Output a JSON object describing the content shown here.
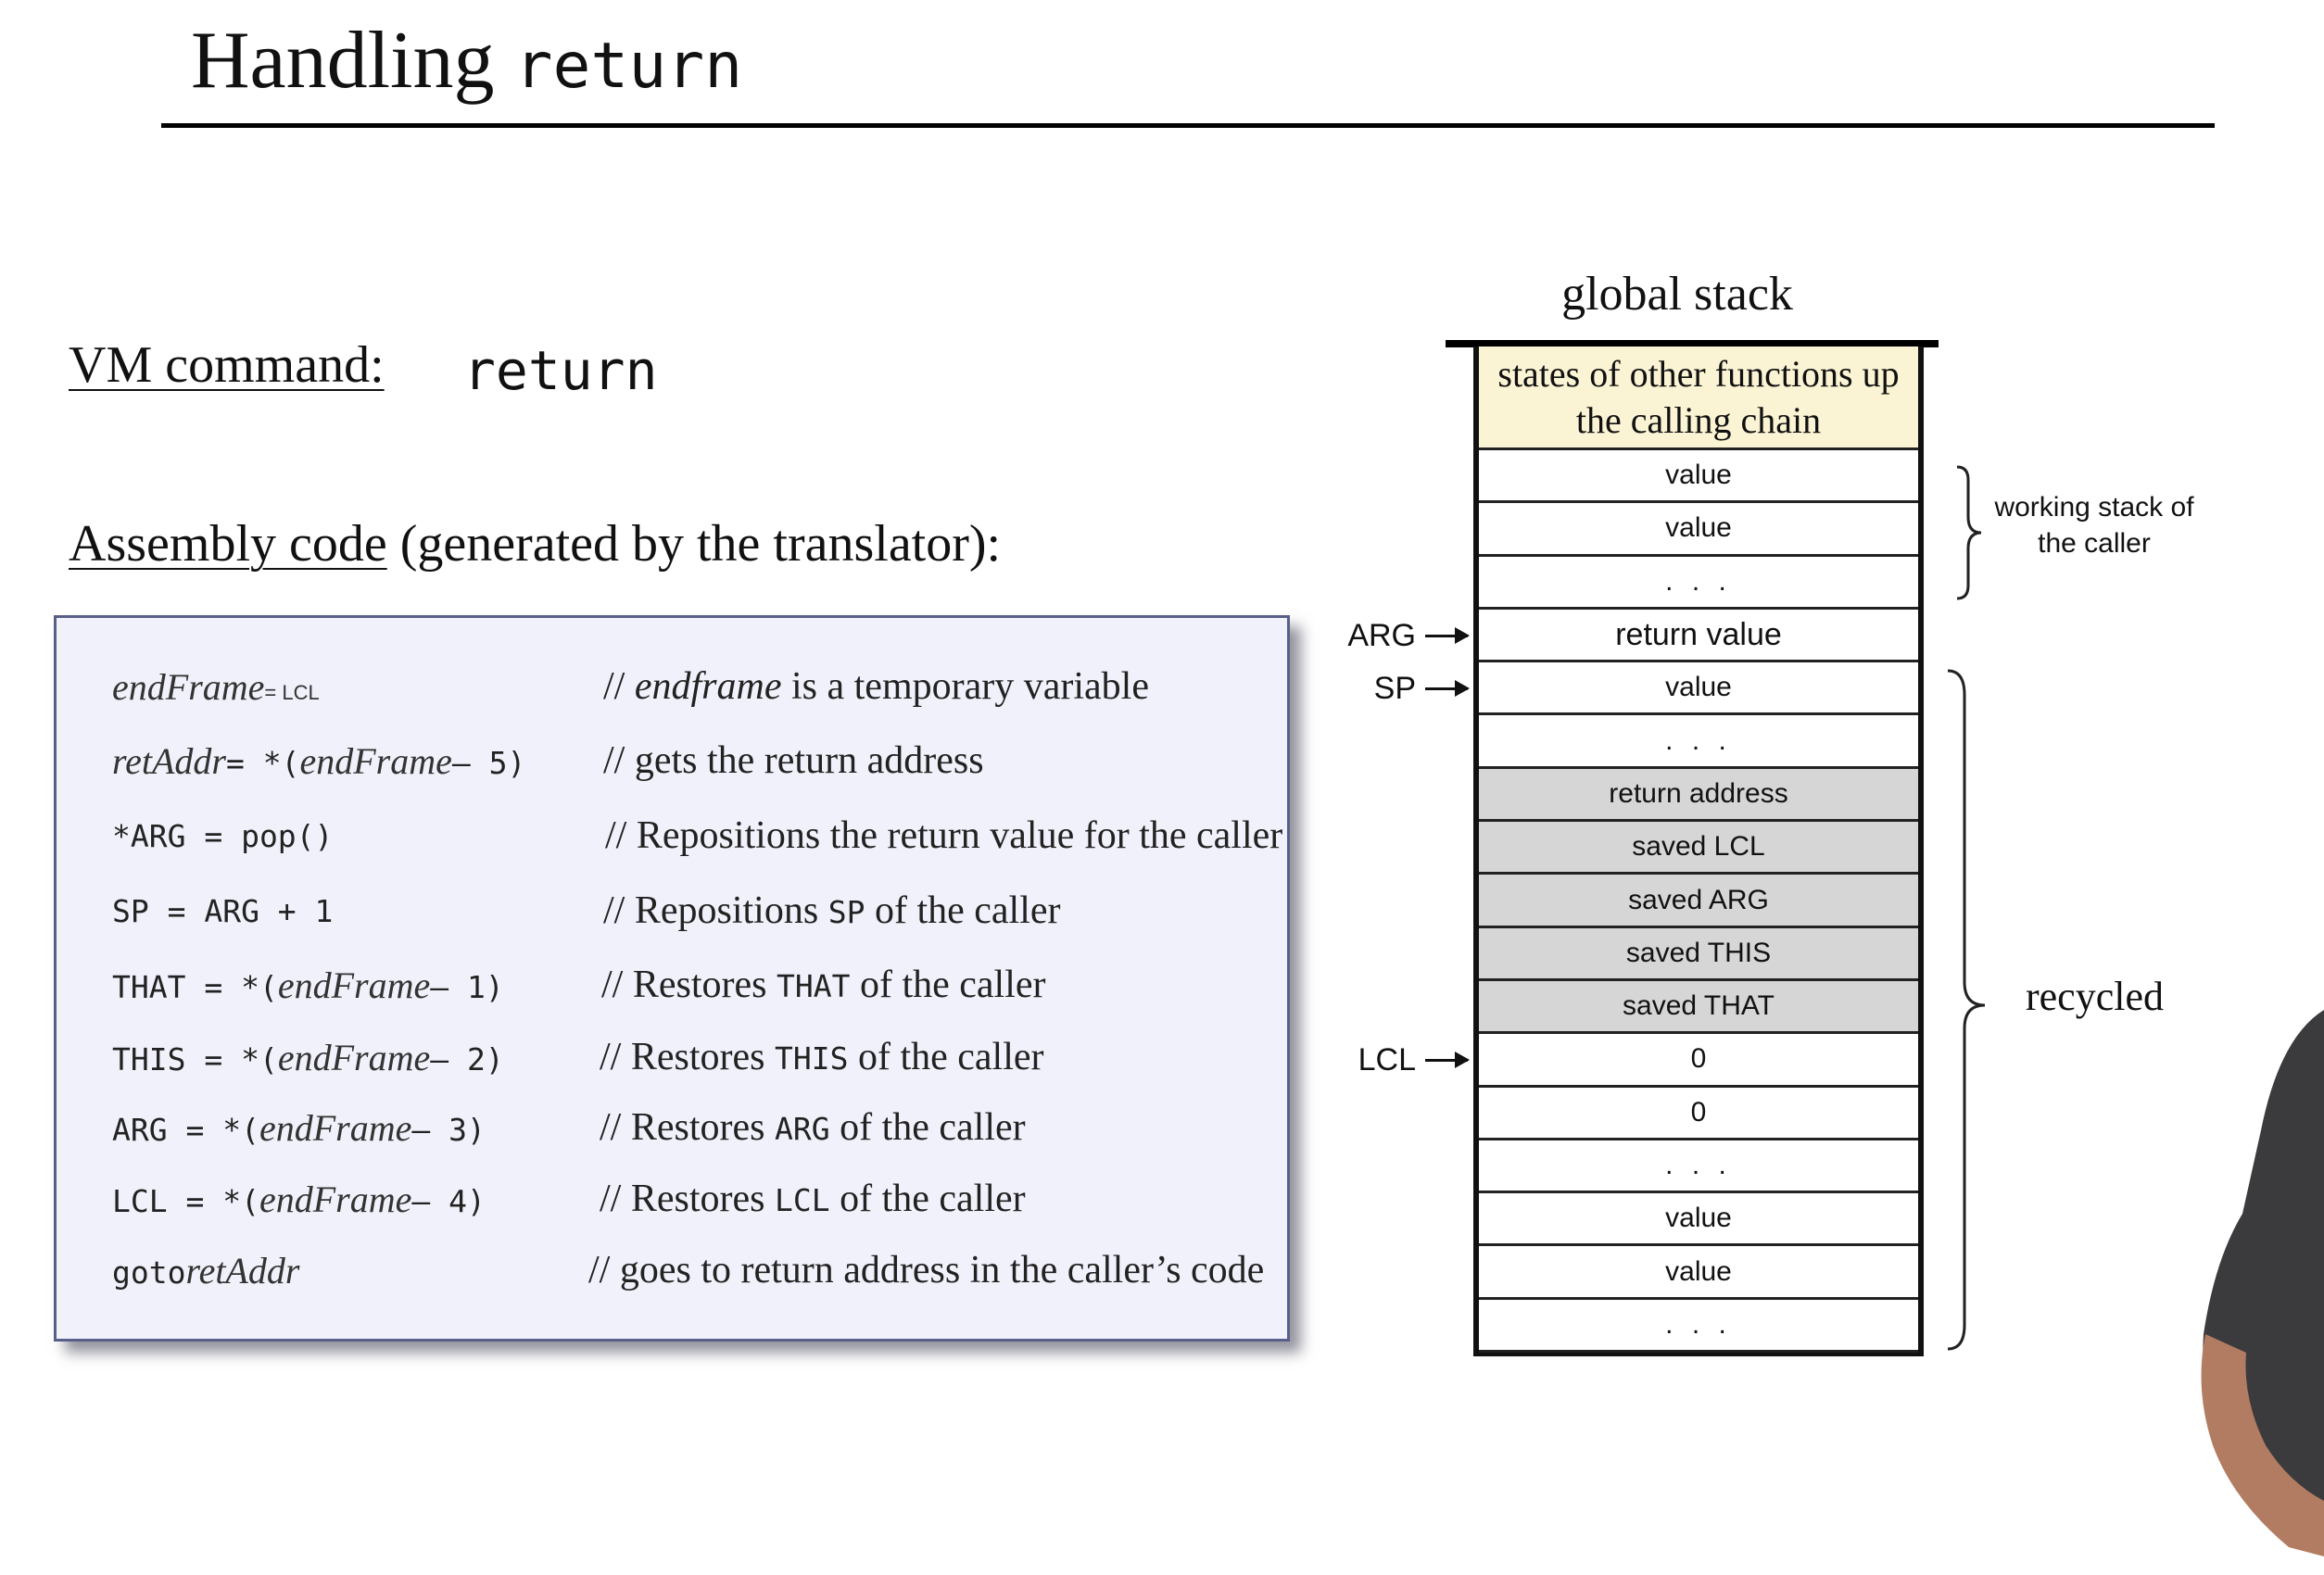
{
  "title": {
    "main": "Handling",
    "keyword": "return"
  },
  "vm_command": {
    "label": "VM command:",
    "value": "return"
  },
  "assembly_heading": {
    "underlined": "Assembly code",
    "rest": " (generated by the translator):"
  },
  "code_lines": [
    {
      "parts": [
        {
          "t": "endFrame",
          "s": "it"
        },
        {
          "t": " = LCL",
          "s": "small"
        }
      ],
      "comment": [
        {
          "t": "// ",
          "s": ""
        },
        {
          "t": "endframe",
          "s": "it"
        },
        {
          "t": " is a temporary variable",
          "s": ""
        }
      ]
    },
    {
      "parts": [
        {
          "t": "retAddr",
          "s": "it"
        },
        {
          "t": " = *(",
          "s": "m"
        },
        {
          "t": "endFrame",
          "s": "it"
        },
        {
          "t": " – 5)",
          "s": "m"
        }
      ],
      "comment": [
        {
          "t": "// gets the return address",
          "s": ""
        }
      ]
    },
    {
      "parts": [
        {
          "t": "*ARG = pop()",
          "s": "m"
        }
      ],
      "comment": [
        {
          "t": "// Repositions the return value for the caller",
          "s": ""
        }
      ]
    },
    {
      "parts": [
        {
          "t": "SP = ARG + 1",
          "s": "m"
        }
      ],
      "comment": [
        {
          "t": "// Repositions ",
          "s": ""
        },
        {
          "t": "SP",
          "s": "m"
        },
        {
          "t": " of the caller",
          "s": ""
        }
      ]
    },
    {
      "parts": [
        {
          "t": "THAT = *(",
          "s": "m"
        },
        {
          "t": "endFrame",
          "s": "it"
        },
        {
          "t": " – 1)",
          "s": "m"
        }
      ],
      "comment": [
        {
          "t": "// Restores ",
          "s": ""
        },
        {
          "t": "THAT",
          "s": "m"
        },
        {
          "t": " of the caller",
          "s": ""
        }
      ]
    },
    {
      "parts": [
        {
          "t": "THIS = *(",
          "s": "m"
        },
        {
          "t": "endFrame",
          "s": "it"
        },
        {
          "t": " – 2)",
          "s": "m"
        }
      ],
      "comment": [
        {
          "t": "// Restores ",
          "s": ""
        },
        {
          "t": "THIS",
          "s": "m"
        },
        {
          "t": " of the caller",
          "s": ""
        }
      ]
    },
    {
      "parts": [
        {
          "t": "ARG = *(",
          "s": "m"
        },
        {
          "t": "endFrame",
          "s": "it"
        },
        {
          "t": " – 3)",
          "s": "m"
        }
      ],
      "comment": [
        {
          "t": "// Restores ",
          "s": ""
        },
        {
          "t": "ARG",
          "s": "m"
        },
        {
          "t": " of the caller",
          "s": ""
        }
      ]
    },
    {
      "parts": [
        {
          "t": "LCL = *(",
          "s": "m"
        },
        {
          "t": "endFrame",
          "s": "it"
        },
        {
          "t": " – 4)",
          "s": "m"
        }
      ],
      "comment": [
        {
          "t": "// Restores ",
          "s": ""
        },
        {
          "t": "LCL",
          "s": "m"
        },
        {
          "t": " of the caller",
          "s": ""
        }
      ]
    },
    {
      "parts": [
        {
          "t": "goto ",
          "s": "m"
        },
        {
          "t": "retAddr",
          "s": "it"
        }
      ],
      "comment": [
        {
          "t": "// goes to return address in the caller’s code",
          "s": ""
        }
      ]
    }
  ],
  "stack": {
    "title": "global stack",
    "top_cell": "states of other functions up the calling chain",
    "cells": [
      {
        "text": "value",
        "kind": "normal"
      },
      {
        "text": "value",
        "kind": "normal"
      },
      {
        "text": ". . .",
        "kind": "dots"
      },
      {
        "text": "return value",
        "kind": "ret"
      },
      {
        "text": "value",
        "kind": "normal"
      },
      {
        "text": ". . .",
        "kind": "dots"
      },
      {
        "text": "return address",
        "kind": "saved"
      },
      {
        "text": "saved LCL",
        "kind": "saved"
      },
      {
        "text": "saved ARG",
        "kind": "saved"
      },
      {
        "text": "saved THIS",
        "kind": "saved"
      },
      {
        "text": "saved THAT",
        "kind": "saved"
      },
      {
        "text": "0",
        "kind": "normal"
      },
      {
        "text": "0",
        "kind": "normal"
      },
      {
        "text": ". . .",
        "kind": "dots"
      },
      {
        "text": "value",
        "kind": "normal"
      },
      {
        "text": "value",
        "kind": "normal"
      },
      {
        "text": ". . .",
        "kind": "dots"
      }
    ],
    "pointers": {
      "arg": "ARG",
      "sp": "SP",
      "lcl": "LCL"
    },
    "brace_working_label": "working stack of the caller",
    "brace_recycled_label": "recycled"
  }
}
